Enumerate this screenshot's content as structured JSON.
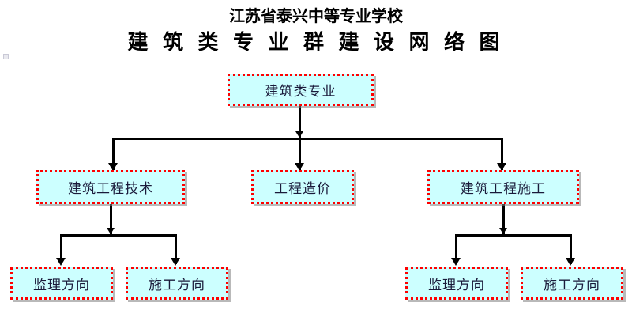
{
  "header": {
    "title_line1": "江苏省泰兴中等专业学校",
    "title_line2": "建 筑 类 专 业 群 建 设 网 络 图"
  },
  "colors": {
    "node_fill": "#ccffff",
    "node_border": "#ff0000",
    "connector": "#000000",
    "text": "#1a1a3a",
    "title": "#000000",
    "background": "#ffffff",
    "shadow": "#808080"
  },
  "chart_data": {
    "type": "diagram",
    "diagram_kind": "organization-tree",
    "title": "建 筑 类 专 业 群 建 设 网 络 图",
    "subtitle": "江苏省泰兴中等专业学校",
    "orientation": "top-down",
    "levels": 3,
    "nodes": [
      {
        "id": "n0",
        "label": "建筑类专业",
        "level": 0
      },
      {
        "id": "n1",
        "label": "建筑工程技术",
        "level": 1
      },
      {
        "id": "n2",
        "label": "工程造价",
        "level": 1
      },
      {
        "id": "n3",
        "label": "建筑工程施工",
        "level": 1
      },
      {
        "id": "n4",
        "label": "监理方向",
        "level": 2
      },
      {
        "id": "n5",
        "label": "施工方向",
        "level": 2
      },
      {
        "id": "n6",
        "label": "监理方向",
        "level": 2
      },
      {
        "id": "n7",
        "label": "施工方向",
        "level": 2
      }
    ],
    "edges": [
      {
        "from": "n0",
        "to": "n1"
      },
      {
        "from": "n0",
        "to": "n2"
      },
      {
        "from": "n0",
        "to": "n3"
      },
      {
        "from": "n1",
        "to": "n4"
      },
      {
        "from": "n1",
        "to": "n5"
      },
      {
        "from": "n3",
        "to": "n6"
      },
      {
        "from": "n3",
        "to": "n7"
      }
    ]
  },
  "nodes": {
    "root": {
      "label": "建筑类专业"
    },
    "level1": [
      {
        "label": "建筑工程技术"
      },
      {
        "label": "工程造价"
      },
      {
        "label": "建筑工程施工"
      }
    ],
    "level2_left": [
      {
        "label": "监理方向"
      },
      {
        "label": "施工方向"
      }
    ],
    "level2_right": [
      {
        "label": "监理方向"
      },
      {
        "label": "施工方向"
      }
    ]
  }
}
